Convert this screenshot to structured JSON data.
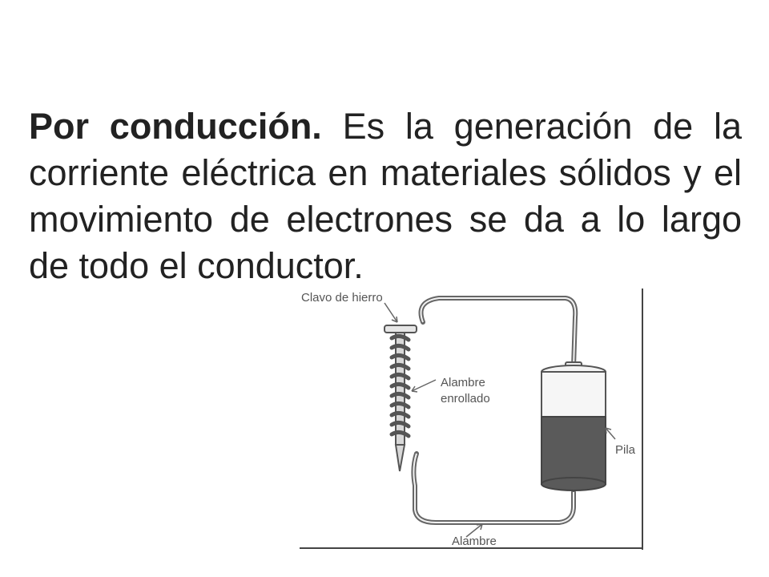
{
  "slide": {
    "lead": "Por conducción.",
    "body": "Es la generación de la corriente eléctrica en materiales sólidos y el movimiento de electrones se da a lo largo de todo el conductor."
  },
  "figure": {
    "labels": {
      "nail": "Clavo de hierro",
      "coil_line1": "Alambre",
      "coil_line2": "enrollado",
      "battery": "Pila",
      "wire": "Alambre"
    }
  }
}
